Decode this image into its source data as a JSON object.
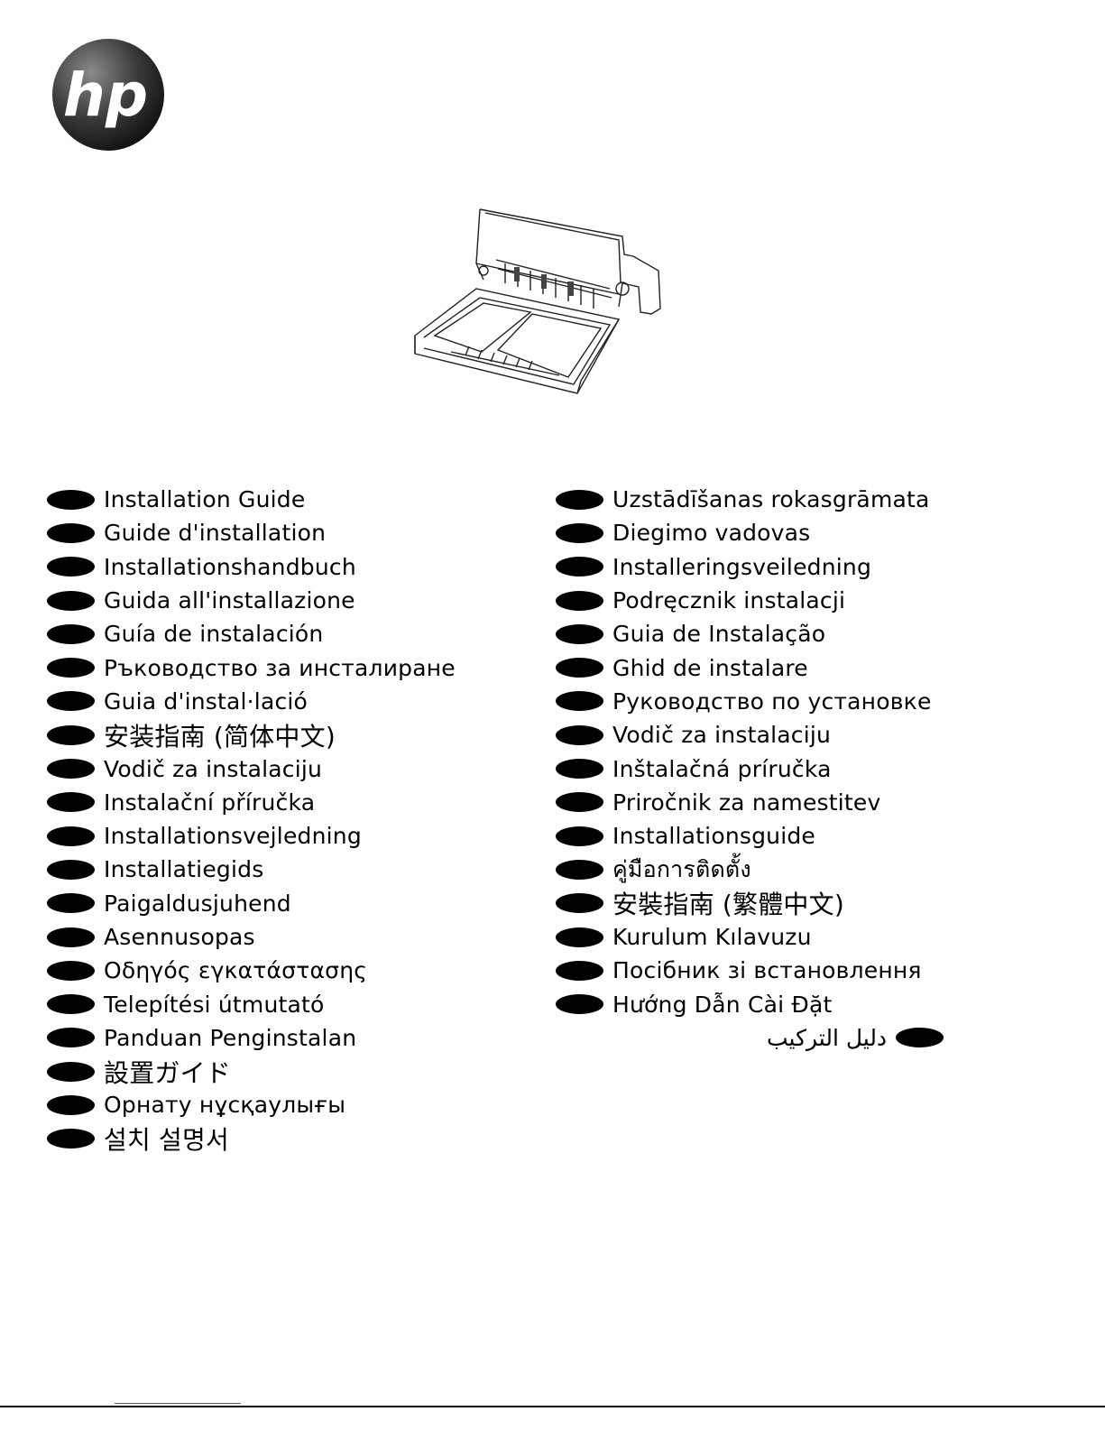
{
  "brand": {
    "logo_text": "hp"
  },
  "left_list": [
    "Installation Guide",
    "Guide d'installation",
    "Installationshandbuch",
    "Guida all'installazione",
    "Guía de instalación",
    "Ръководство за инсталиране",
    "Guia d'instal·lació",
    "安装指南 (简体中文)",
    "Vodič za instalaciju",
    "Instalační příručka",
    "Installationsvejledning",
    "Installatiegids",
    "Paigaldusjuhend",
    "Asennusopas",
    "Οδηγός εγκατάστασης",
    "Telepítési útmutató",
    "Panduan Penginstalan",
    "設置ガイド",
    "Орнату нұсқаулығы",
    "설치 설명서"
  ],
  "right_list": [
    "Uzstādīšanas rokasgrāmata",
    "Diegimo vadovas",
    "Installeringsveiledning",
    "Podręcznik instalacji",
    "Guia de Instalação",
    "Ghid de instalare",
    "Руководство по установке",
    "Vodič za instalaciju",
    "Inštalačná príručka",
    "Priročnik za namestitev",
    "Installationsguide",
    "คู่มือการติดตั้ง",
    "安裝指南 (繁體中文)",
    "Kurulum Kılavuzu",
    "Посібник зі встановлення",
    "Hướng Dẫn Cài Đặt"
  ],
  "arabic_item": "دليل التركيب",
  "colors": {
    "oval": "#000000",
    "text": "#000000",
    "logo_dark": "#1a1a1a"
  }
}
